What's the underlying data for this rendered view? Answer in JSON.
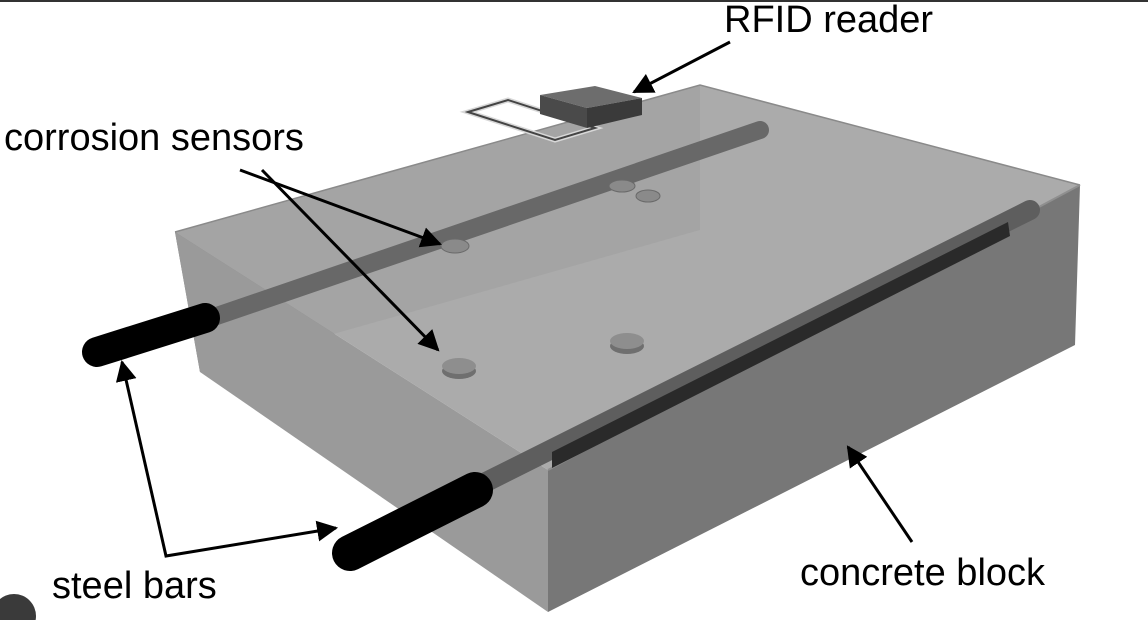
{
  "labels": {
    "rfid_reader": "RFID reader",
    "corrosion_sensors": "corrosion sensors",
    "steel_bars": "steel bars",
    "concrete_block": "concrete block"
  }
}
